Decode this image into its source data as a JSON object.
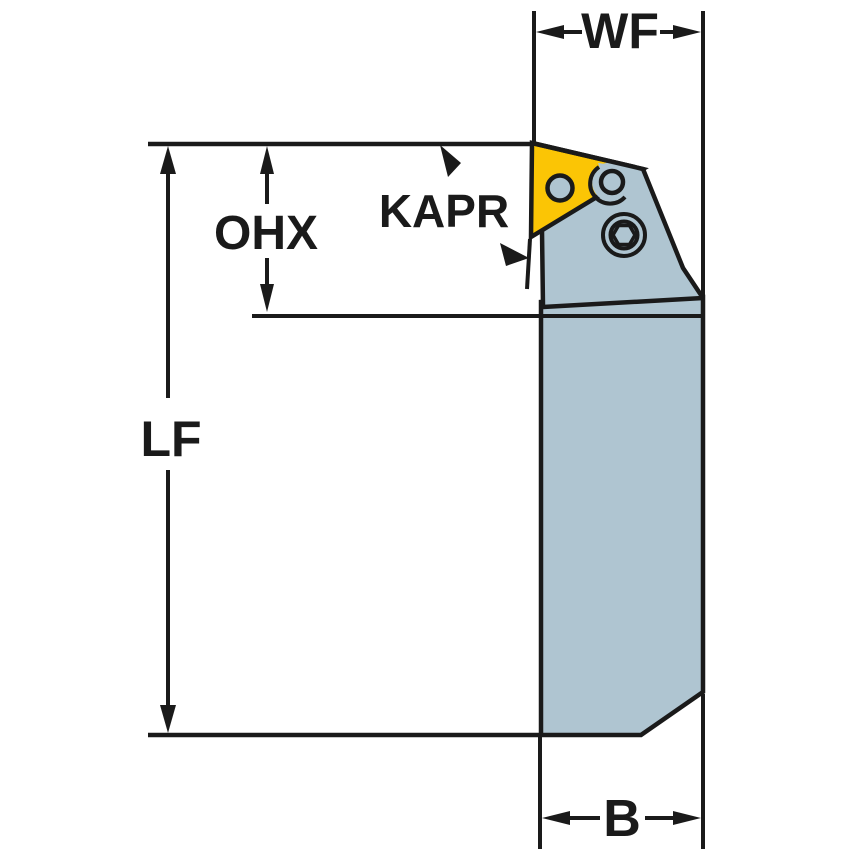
{
  "labels": {
    "wf": "WF",
    "ohx": "OHX",
    "kapr": "KAPR",
    "lf": "LF",
    "b": "B"
  },
  "colors": {
    "outline": "#1A1A1A",
    "insert": "#FBC505",
    "body": "#AFC5D1",
    "background": "#FFFFFF"
  }
}
